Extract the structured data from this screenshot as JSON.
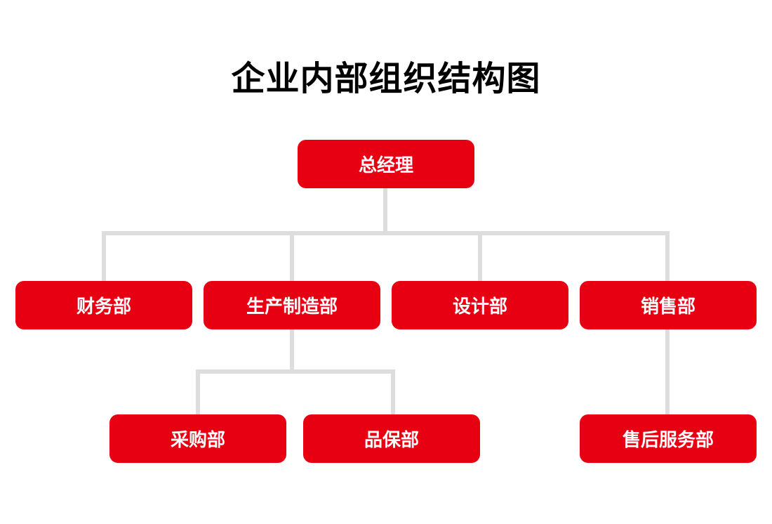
{
  "title": "企业内部组织结构图",
  "colors": {
    "node_fill": "#e60012",
    "node_text": "#ffffff",
    "connector": "#dddddd",
    "title_text": "#000000"
  },
  "nodes": {
    "general_manager": "总经理",
    "finance": "财务部",
    "production": "生产制造部",
    "design": "设计部",
    "sales": "销售部",
    "purchasing": "采购部",
    "quality": "品保部",
    "after_sales": "售后服务部"
  },
  "edges": [
    [
      "general_manager",
      "finance"
    ],
    [
      "general_manager",
      "production"
    ],
    [
      "general_manager",
      "design"
    ],
    [
      "general_manager",
      "sales"
    ],
    [
      "production",
      "purchasing"
    ],
    [
      "production",
      "quality"
    ],
    [
      "sales",
      "after_sales"
    ]
  ]
}
